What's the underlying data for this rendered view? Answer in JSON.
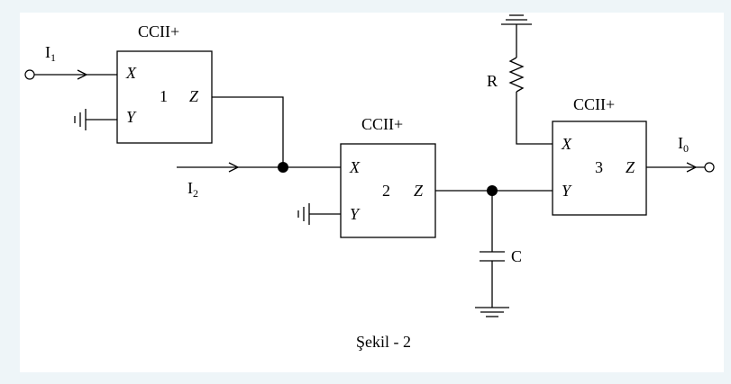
{
  "frame": {
    "background": "#eef5f8",
    "panel": "#ffffff"
  },
  "blocks": [
    {
      "title": "CCII+",
      "pin_x": "X",
      "pin_y": "Y",
      "pin_z": "Z",
      "number": "1"
    },
    {
      "title": "CCII+",
      "pin_x": "X",
      "pin_y": "Y",
      "pin_z": "Z",
      "number": "2"
    },
    {
      "title": "CCII+",
      "pin_x": "X",
      "pin_y": "Y",
      "pin_z": "Z",
      "number": "3"
    }
  ],
  "signals": {
    "i1": {
      "base": "I",
      "sub": "1"
    },
    "i2": {
      "base": "I",
      "sub": "2"
    },
    "i0": {
      "base": "I",
      "sub": "0"
    }
  },
  "components": {
    "resistor": "R",
    "capacitor": "C"
  },
  "caption": "Şekil - 2"
}
